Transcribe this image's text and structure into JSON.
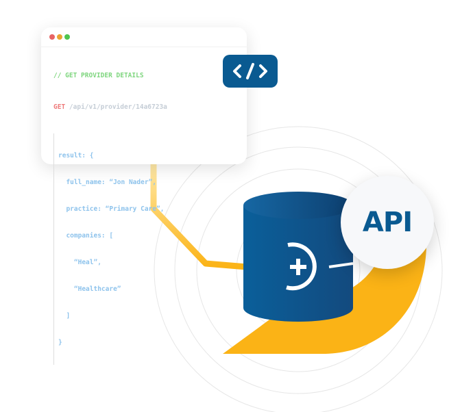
{
  "code_window": {
    "comment": "// GET PROVIDER DETAILS",
    "method": "GET",
    "endpoint": "/api/v1/provider/14a6723a",
    "body_lines": [
      "result: {",
      "  full_name: “Jon Nader”,",
      "  practice: “Primary Care”,",
      "  companies: [",
      "    “Heal”,",
      "    “Healthcare”",
      "  ]",
      "}"
    ]
  },
  "code_badge": {
    "icon": "code-brackets-icon"
  },
  "api_badge": {
    "label": "API"
  },
  "colors": {
    "brand_blue": "#0a5a91",
    "accent_yellow": "#fbb316"
  }
}
